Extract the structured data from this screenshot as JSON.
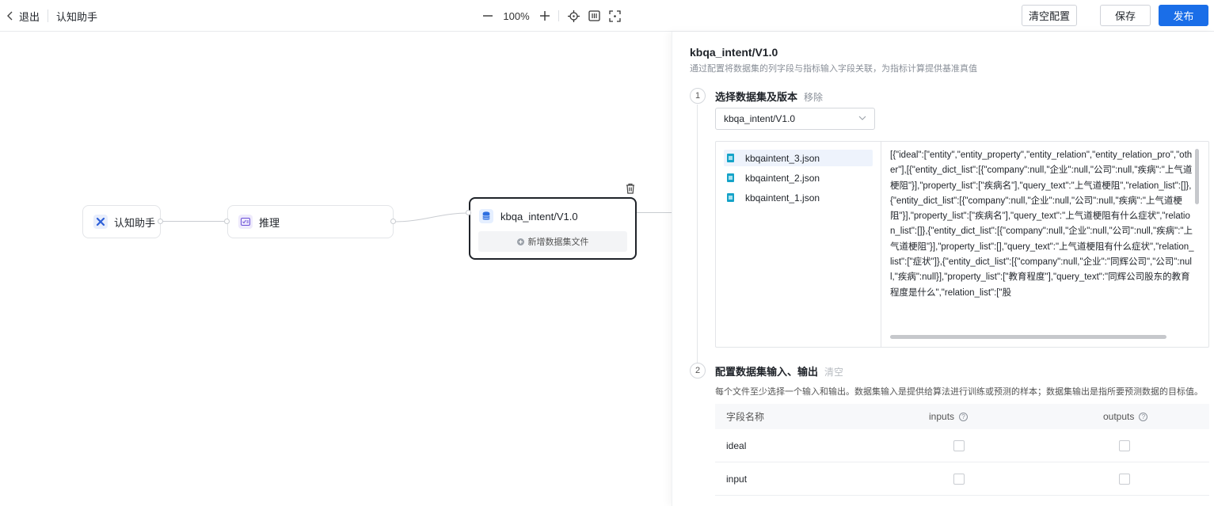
{
  "topbar": {
    "back_label": "退出",
    "app_name": "认知助手",
    "zoom": "100%",
    "clear_label": "清空配置",
    "save_label": "保存",
    "publish_label": "发布"
  },
  "canvas": {
    "nodes": [
      {
        "label": "认知助手",
        "icon": "assistant-icon"
      },
      {
        "label": "推理",
        "icon": "reasoning-icon"
      }
    ],
    "dataset_node": {
      "label": "kbqa_intent/V1.0",
      "add_label": "新增数据集文件"
    }
  },
  "panel": {
    "title": "kbqa_intent/V1.0",
    "subtitle": "通过配置将数据集的列字段与指标输入字段关联，为指标计算提供基准真值",
    "step1": {
      "number": "1",
      "title": "选择数据集及版本",
      "action": "移除",
      "selected": "kbqa_intent/V1.0"
    },
    "files": [
      {
        "name": "kbqaintent_3.json"
      },
      {
        "name": "kbqaintent_2.json"
      },
      {
        "name": "kbqaintent_1.json"
      }
    ],
    "preview_text": "[{\"ideal\":[\"entity\",\"entity_property\",\"entity_relation\",\"entity_relation_pro\",\"other\"],[{\"entity_dict_list\":[{\"company\":null,\"企业\":null,\"公司\":null,\"疾病\":\"上气道梗阻\"}],\"property_list\":[\"疾病名\"],\"query_text\":\"上气道梗阻\",\"relation_list\":[]},{\"entity_dict_list\":[{\"company\":null,\"企业\":null,\"公司\":null,\"疾病\":\"上气道梗阻\"}],\"property_list\":[\"疾病名\"],\"query_text\":\"上气道梗阻有什么症状\",\"relation_list\":[]},{\"entity_dict_list\":[{\"company\":null,\"企业\":null,\"公司\":null,\"疾病\":\"上气道梗阻\"}],\"property_list\":[],\"query_text\":\"上气道梗阻有什么症状\",\"relation_list\":[\"症状\"]},{\"entity_dict_list\":[{\"company\":null,\"企业\":\"同辉公司\",\"公司\":null,\"疾病\":null}],\"property_list\":[\"教育程度\"],\"query_text\":\"同辉公司股东的教育程度是什么\",\"relation_list\":[\"股",
    "step2": {
      "number": "2",
      "title": "配置数据集输入、输出",
      "action": "清空",
      "description": "每个文件至少选择一个输入和输出。数据集输入是提供给算法进行训练或预测的样本；数据集输出是指所要预测数据的目标值。"
    },
    "table": {
      "headers": {
        "field": "字段名称",
        "inputs": "inputs",
        "outputs": "outputs"
      },
      "rows": [
        {
          "field": "ideal"
        },
        {
          "field": "input"
        }
      ]
    }
  }
}
